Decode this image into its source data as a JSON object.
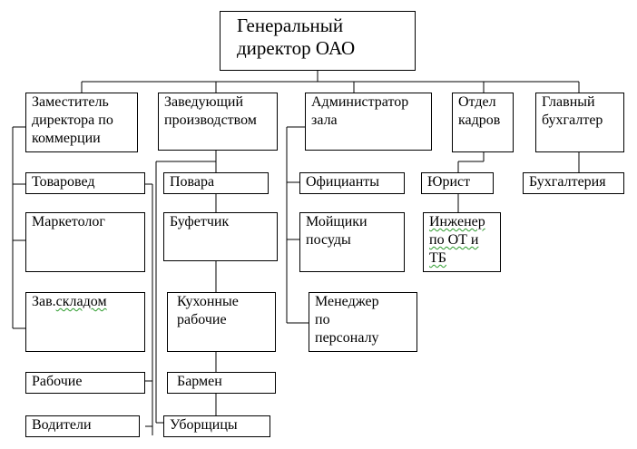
{
  "general_director": "Генеральный\nдиректор ОАО",
  "level1": {
    "deputy_commerce": "Заместитель\nдиректора по\nкоммерции",
    "head_production": "Заведующий\nпроизводством",
    "hall_admin": "Администратор\nзала",
    "hr_department": "Отдел\nкадров",
    "chief_accountant": "Главный\nбухгалтер"
  },
  "commerce": {
    "merchandiser": "Товаровед",
    "marketer": "Маркетолог",
    "warehouse_head_prefix": "Зав.",
    "warehouse_head_suffix": "складом",
    "workers": "Рабочие",
    "drivers": "Водители"
  },
  "production": {
    "cooks": "Повара",
    "barista": "Буфетчик",
    "kitchen_workers": "Кухонные\nрабочие",
    "bartender": "Бармен",
    "cleaners": "Уборщицы"
  },
  "hall": {
    "waiters": "Официанты",
    "dishwashers": "Мойщики\nпосуды",
    "personnel_manager": "Менеджер\nпо\nперсоналу"
  },
  "hr": {
    "lawyer": "Юрист",
    "engineer_ot_tb": "Инженер\nпо ОТ и\nТБ"
  },
  "accounting": {
    "accounting_dept": "Бухгалтерия"
  }
}
